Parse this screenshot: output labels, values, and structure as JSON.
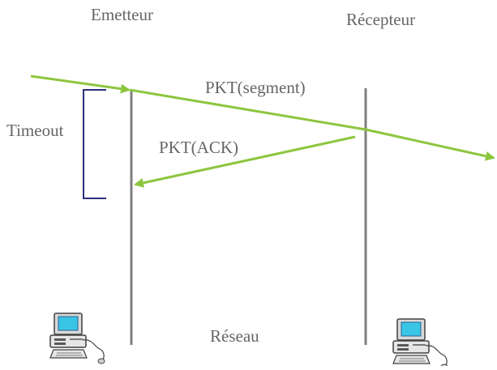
{
  "labels": {
    "emitter": "Emetteur",
    "receiver": "Récepteur",
    "segment": "PKT(segment)",
    "ack": "PKT(ACK)",
    "timeout": "Timeout",
    "network": "Réseau"
  },
  "icons": {
    "emitter_computer": "computer-icon",
    "receiver_computer": "computer-icon"
  },
  "colors": {
    "background": "#ffffff",
    "timeline": "#7f7f7f",
    "packet_arrow": "#8cc63f",
    "timeout_bracket": "#2f2f7f",
    "text": "#666666"
  }
}
